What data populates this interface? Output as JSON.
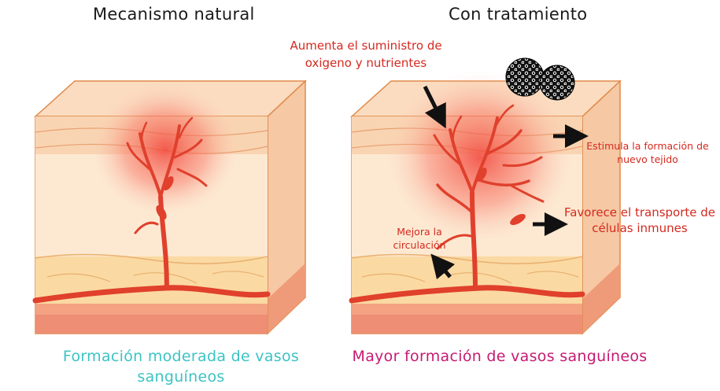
{
  "titles": {
    "left": "Mecanismo natural",
    "right": "Con tratamiento"
  },
  "captions": {
    "left": "Formación moderada de vasos sanguíneos",
    "right": "Mayor formación de vasos sanguíneos"
  },
  "annotations": {
    "oxygen": "Aumenta el suministro de oxigeno y nutrientes",
    "tissue": "Estimula la formación de nuevo tejido",
    "immune": "Favorece el transporte de células inmunes",
    "circulation": "Mejora la circulación"
  },
  "colors": {
    "caption_left": "#3cc3c4",
    "caption_right": "#c61a72",
    "annotation": "#d42a20",
    "skin": "#fbe0c0",
    "vessel": "#e0402c"
  }
}
